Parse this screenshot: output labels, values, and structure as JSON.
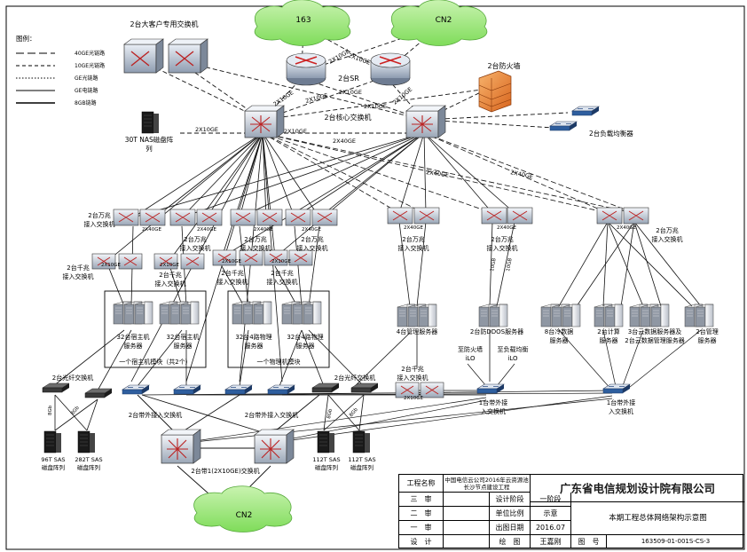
{
  "labels": {
    "cloud_163": "163",
    "cloud_cn2_top": "CN2",
    "cloud_cn2_bottom": "CN2",
    "big_client_switch": "2台大客户专用交换机",
    "legend_title": "图例：",
    "legend_40ge": "40GE光链路",
    "legend_10ge": "10GE光链路",
    "legend_ge_fiber": "GE光链路",
    "legend_ge_electric": "GE电链路",
    "legend_8gb": "8GB链路",
    "sr": "2台SR",
    "firewall": "2台防火墙",
    "core_switch": "2台核心交换机",
    "load_balancer": "2台负载均衡器",
    "nas_1": "30T NAS磁盘阵",
    "nas_2": "列",
    "link_2x10ge_a": "2X10GE",
    "link_2x10ge_b": "2X10GE",
    "link_2x10ge_c": "2X10GE",
    "link_2x10ge_d": "2X10GE",
    "link_2x10ge_e": "2X10GE",
    "link_2x10ge_f": "2X10GE",
    "link_2x10ge_g": "2X10GE",
    "link_2x10ge_h": "2X10GE",
    "link_2x40ge": "2X40GE",
    "link_2x40ge_a": "2X40GE",
    "link_2x40ge_b": "2X40GE",
    "wan_switch_left": "2台万兆",
    "wan_switch_left2": "接入交换机",
    "wan_switch_mid1": "2台万兆",
    "wan_switch_mid2": "接入交换机",
    "wan_switch_b1": "2台万兆",
    "wan_switch_b2": "接入交换机",
    "wan_switch_c1": "2台万兆",
    "wan_switch_c2": "接入交换机",
    "wan_switch_d1": "2台万兆",
    "wan_switch_d2": "接入交换机",
    "wan_switch_right1": "2台万兆",
    "wan_switch_right2": "接入交换机",
    "qian_switch_left1": "2台千兆",
    "qian_switch_left2": "接入交换机",
    "qian_switch_mid1": "2台千兆",
    "qian_switch_mid2": "接入交换机",
    "qian_switch_b1": "2台千兆",
    "qian_switch_b2": "接入交换机",
    "qian_switch_c1": "2台千兆",
    "qian_switch_c2": "接入交换机",
    "host_32_a1": "32台宿主机",
    "host_32_a2": "服务器",
    "host_32_b1": "32台宿主机",
    "host_32_b2": "服务器",
    "host_module": "一个宿主机模块（共2个）",
    "phys_32_a1": "32台4路物理",
    "phys_32_a2": "服务器",
    "phys_32_b1": "32台4路物理",
    "phys_32_b2": "服务器",
    "phys_module": "一个物理机模块",
    "mgmt_4_1": "4台管理服务器",
    "ddos_1": "2台防DDOS服务器",
    "ilo_fw_1": "至防火墙",
    "ilo_fw_2": "iLO",
    "ilo_lb_1": "至负载均衡",
    "ilo_lb_2": "iLO",
    "qian_switch_e1": "2台千兆",
    "qian_switch_e2": "接入交换机",
    "cold_data_1": "8台冷数据",
    "cold_data_2": "服务器",
    "compute_1": "2台计算",
    "compute_2": "服务器",
    "bigdata_1": "3台云数据服务器及",
    "bigdata_2": "2台云数据管理服务器",
    "mgmt_2_1": "2台管理",
    "mgmt_2_2": "服务器",
    "fc_switch_left": "2台光纤交换机",
    "fc_switch_right": "2台光纤交换机",
    "oob_switch_left": "2台带外接入交换机",
    "oob_switch_mid": "2台带外接入交换机",
    "oob_switch_r1a": "1台带外接",
    "oob_switch_r1b": "入交换机",
    "oob_switch_r2a": "1台带外接",
    "oob_switch_r2b": "入交换机",
    "disk_96t_1": "96T SAS",
    "disk_96t_2": "磁盘阵列",
    "disk_282t_1": "282T SAS",
    "disk_282t_2": "磁盘阵列",
    "disk_112t_a1": "112T SAS",
    "disk_112t_a2": "磁盘阵列",
    "disk_112t_b1": "112T SAS",
    "disk_112t_b2": "磁盘阵列",
    "bottom_switch": "2台带1(2X10GE)交换机",
    "link_8gb": "8Gb",
    "link_2x10ge_small": "2X10GE",
    "link_10gb": "10GB"
  },
  "title_block": {
    "project_name_label": "工程名称",
    "project_name": "中国电信云公司2016年云资源池长沙节点建设工程",
    "company": "广东省电信规划设计院有限公司",
    "role_3": "三　审",
    "role_2": "二　审",
    "role_1": "一　审",
    "role_design": "设　计",
    "design_stage_label": "设计阶段",
    "design_stage": "一阶段",
    "scale_label": "单位比例",
    "scale": "示意",
    "date_label": "出图日期",
    "date": "2016.07",
    "drawing_label": "绘　图",
    "drawer": "王嘉刚",
    "drawing_no_label": "图　号",
    "drawing_no": "163509-01-001S-CS-3",
    "drawing_title": "本期工程总体网络架构示意图"
  }
}
